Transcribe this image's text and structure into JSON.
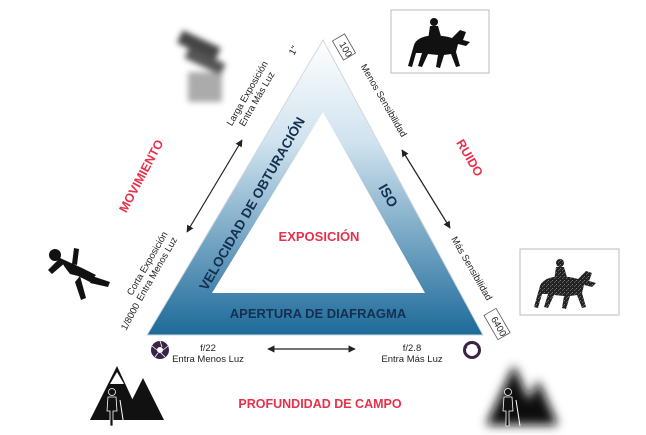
{
  "center_label": "EXPOSICIÓN",
  "sides": {
    "left": "VELOCIDAD DE OBTURACIÓN",
    "right": "ISO",
    "bottom": "APERTURA DE DIAFRAGMA"
  },
  "effects": {
    "left": "MOVIMIENTO",
    "right": "RUIDO",
    "bottom": "PROFUNDIDAD DE CAMPO"
  },
  "shutter": {
    "top_value": "1\"",
    "top_line1": "Larga Exposición",
    "top_line2": "Entra Más Luz",
    "bottom_value": "1/8000",
    "bottom_line1": "Corta Exposición",
    "bottom_line2": "Entra Menos Luz"
  },
  "iso": {
    "top_value": "100",
    "top_label": "Menos Sensibilidad",
    "bottom_value": "6400",
    "bottom_label": "Más Sensibilidad"
  },
  "aperture": {
    "left_value": "f/22",
    "left_label": "Entra Menos Luz",
    "right_value": "f/2.8",
    "right_label": "Entra Más Luz"
  },
  "colors": {
    "effect_red": "#e8304a",
    "navy_text": "#14304f",
    "gradient_top": "#dbe9f3",
    "gradient_bottom": "#1d6a9a"
  },
  "icons": {
    "left_illustration": "falling-person-icon",
    "left_blur": "motion-blur-icon",
    "top_right": "horse-rider-sharp-icon",
    "mid_right": "horse-rider-noisy-icon",
    "bottom_left": "hiker-mountains-sharp-icon",
    "bottom_right": "hiker-mountains-blurred-icon",
    "aperture_closed": "aperture-closed-icon",
    "aperture_open": "aperture-open-icon"
  }
}
